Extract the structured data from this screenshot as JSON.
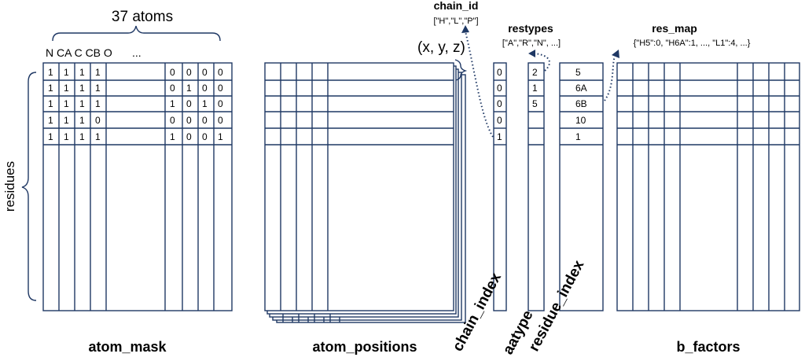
{
  "atom_mask": {
    "count_label": "37 atoms",
    "atom_header": "N CA C CB O",
    "header_ellipsis": "...",
    "axis_label": "residues",
    "left_rows": [
      [
        "1",
        "1",
        "1",
        "1"
      ],
      [
        "1",
        "1",
        "1",
        "1"
      ],
      [
        "1",
        "1",
        "1",
        "1"
      ],
      [
        "1",
        "1",
        "1",
        "0"
      ],
      [
        "1",
        "1",
        "1",
        "1"
      ]
    ],
    "right_rows": [
      [
        "0",
        "0",
        "0",
        "0"
      ],
      [
        "0",
        "1",
        "0",
        "0"
      ],
      [
        "1",
        "0",
        "1",
        "0"
      ],
      [
        "0",
        "0",
        "0",
        "0"
      ],
      [
        "1",
        "0",
        "0",
        "1"
      ]
    ],
    "title": "atom_mask"
  },
  "atom_positions": {
    "coord_label": "(x, y, z)",
    "title": "atom_positions"
  },
  "chain_index": {
    "values": [
      "0",
      "0",
      "0",
      "0",
      "1"
    ],
    "label": "chain_index",
    "map_title": "chain_id",
    "map_values": "[\"H\",\"L\",\"P\"]"
  },
  "aatype": {
    "values": [
      "2",
      "1",
      "5",
      "",
      ""
    ],
    "label": "aatype",
    "map_title": "restypes",
    "map_values": "[\"A\",\"R\",\"N\", ...]"
  },
  "residue_index": {
    "values": [
      "5",
      "6A",
      "6B",
      "10",
      "1"
    ],
    "label": "residue_index",
    "map_title": "res_map",
    "map_values": "{\"H5\":0, \"H6A\":1, ..., \"L1\":4, ...}"
  },
  "b_factors": {
    "title": "b_factors"
  }
}
